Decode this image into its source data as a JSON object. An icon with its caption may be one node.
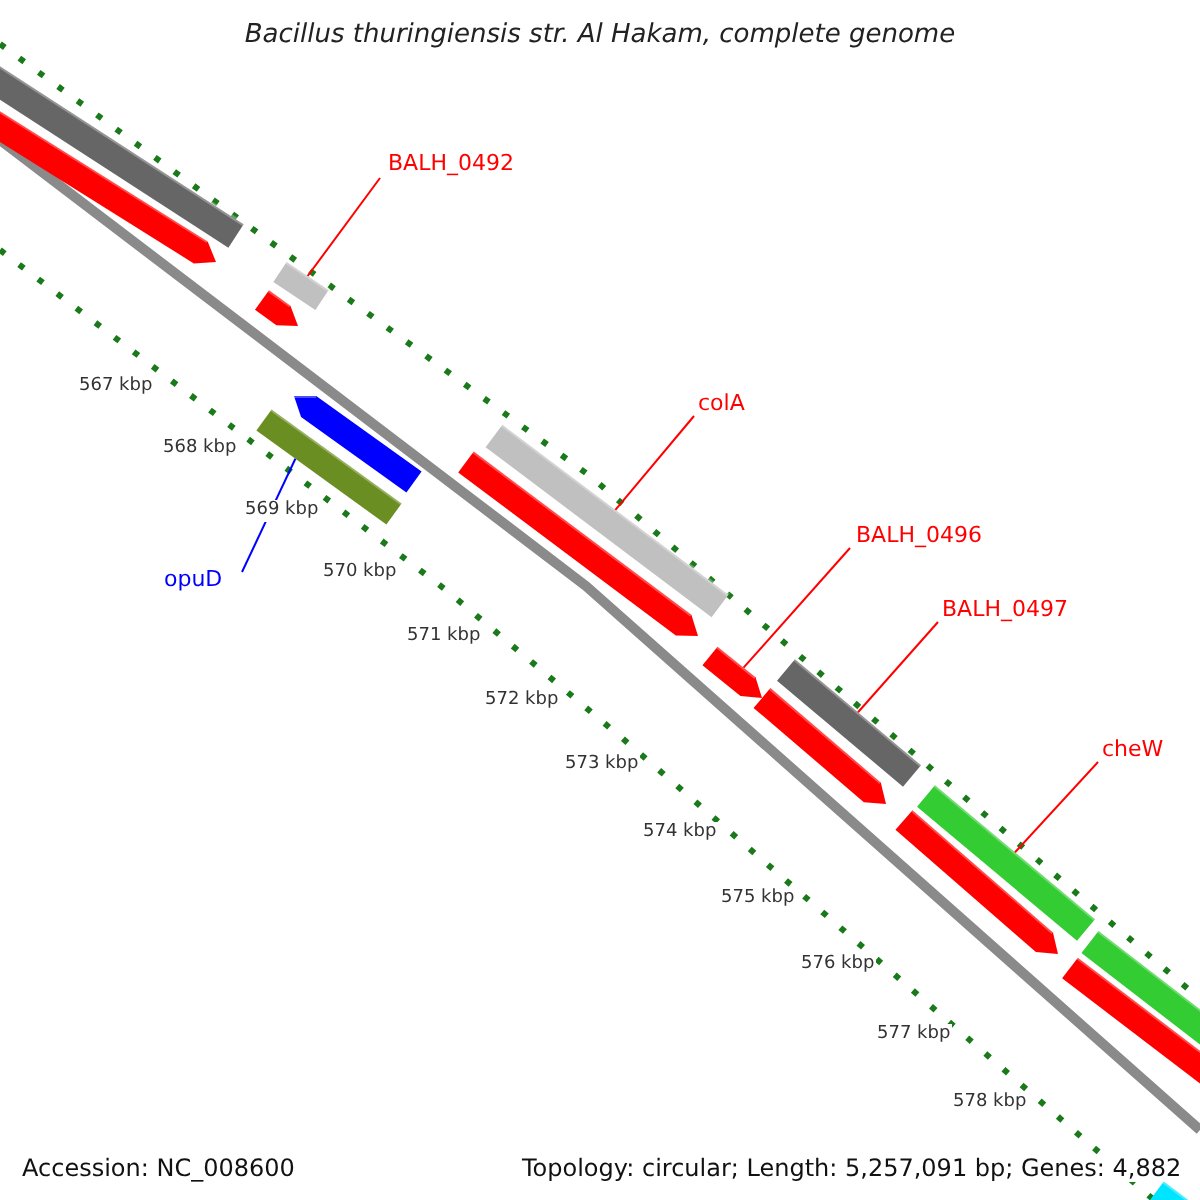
{
  "diagram": {
    "title": "Bacillus thuringiensis str. Al Hakam, complete genome",
    "nodes": [
      {
        "text": [
          "BALH_0492"
        ]
      },
      {
        "text": [],
        "shape": "bar"
      },
      {
        "text": [
          "opuD"
        ]
      },
      {
        "text": [],
        "shape": "bar"
      },
      {
        "text": [
          "colA"
        ]
      },
      {
        "text": [],
        "shape": "bar"
      },
      {
        "text": [
          "BALH_0496"
        ]
      },
      {
        "text": [],
        "shape": "bar"
      },
      {
        "text": [
          "BALH_0497"
        ]
      },
      {
        "text": [],
        "shape": "bar"
      },
      {
        "text": [
          "cheW"
        ]
      },
      {
        "text": [],
        "shape": "bar"
      }
    ],
    "edges": [
      {
        "from": 0,
        "to": 1,
        "arrow": "none"
      },
      {
        "from": 2,
        "to": 3,
        "arrow": "none",
        "color": "#0000ff"
      },
      {
        "from": 4,
        "to": 5,
        "arrow": "none"
      },
      {
        "from": 6,
        "to": 7,
        "arrow": "none"
      },
      {
        "from": 8,
        "to": 9,
        "arrow": "none"
      },
      {
        "from": 10,
        "to": 11,
        "arrow": "none"
      }
    ],
    "labels": [
      "567 kbp",
      "568 kbp",
      "569 kbp",
      "570 kbp",
      "571 kbp",
      "572 kbp",
      "573 kbp",
      "574 kbp",
      "575 kbp",
      "576 kbp",
      "577 kbp",
      "578 kbp",
      "Accession: NC_008600",
      "Topology: circular; Length: 5,257,091 bp; Genes: 4,882"
    ]
  }
}
